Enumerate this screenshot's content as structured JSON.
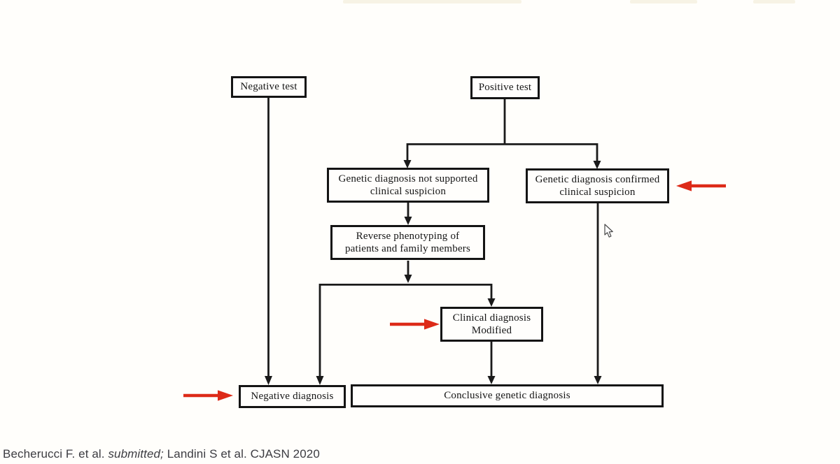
{
  "diagram": {
    "type": "flowchart",
    "line_color": "#1a1a1a",
    "annotation_arrow_color": "#dd2a18",
    "nodes": {
      "negative_test": "Negative test",
      "positive_test": "Positive test",
      "not_supported_line1": "Genetic diagnosis not supported",
      "not_supported_line2": "clinical suspicion",
      "confirmed_line1": "Genetic diagnosis confirmed",
      "confirmed_line2": "clinical suspicion",
      "reverse_line1": "Reverse phenotyping of",
      "reverse_line2": "patients and family members",
      "modified_line1": "Clinical diagnosis",
      "modified_line2": "Modified",
      "negative_diagnosis": "Negative diagnosis",
      "conclusive": "Conclusive genetic diagnosis"
    },
    "edges": [
      "Negative test -> Negative diagnosis",
      "Positive test -> Genetic diagnosis not supported clinical suspicion",
      "Positive test -> Genetic diagnosis confirmed clinical suspicion",
      "Genetic diagnosis not supported clinical suspicion -> Reverse phenotyping of patients and family members",
      "Reverse phenotyping of patients and family members -> Negative diagnosis",
      "Reverse phenotyping of patients and family members -> Clinical diagnosis Modified",
      "Clinical diagnosis Modified -> Conclusive genetic diagnosis",
      "Genetic diagnosis confirmed clinical suspicion -> Conclusive genetic diagnosis"
    ]
  },
  "caption": {
    "part1": "Becherucci F. et al. ",
    "part2_italic": "submitted;",
    "part3": " Landini S et al. CJASN 2020"
  }
}
